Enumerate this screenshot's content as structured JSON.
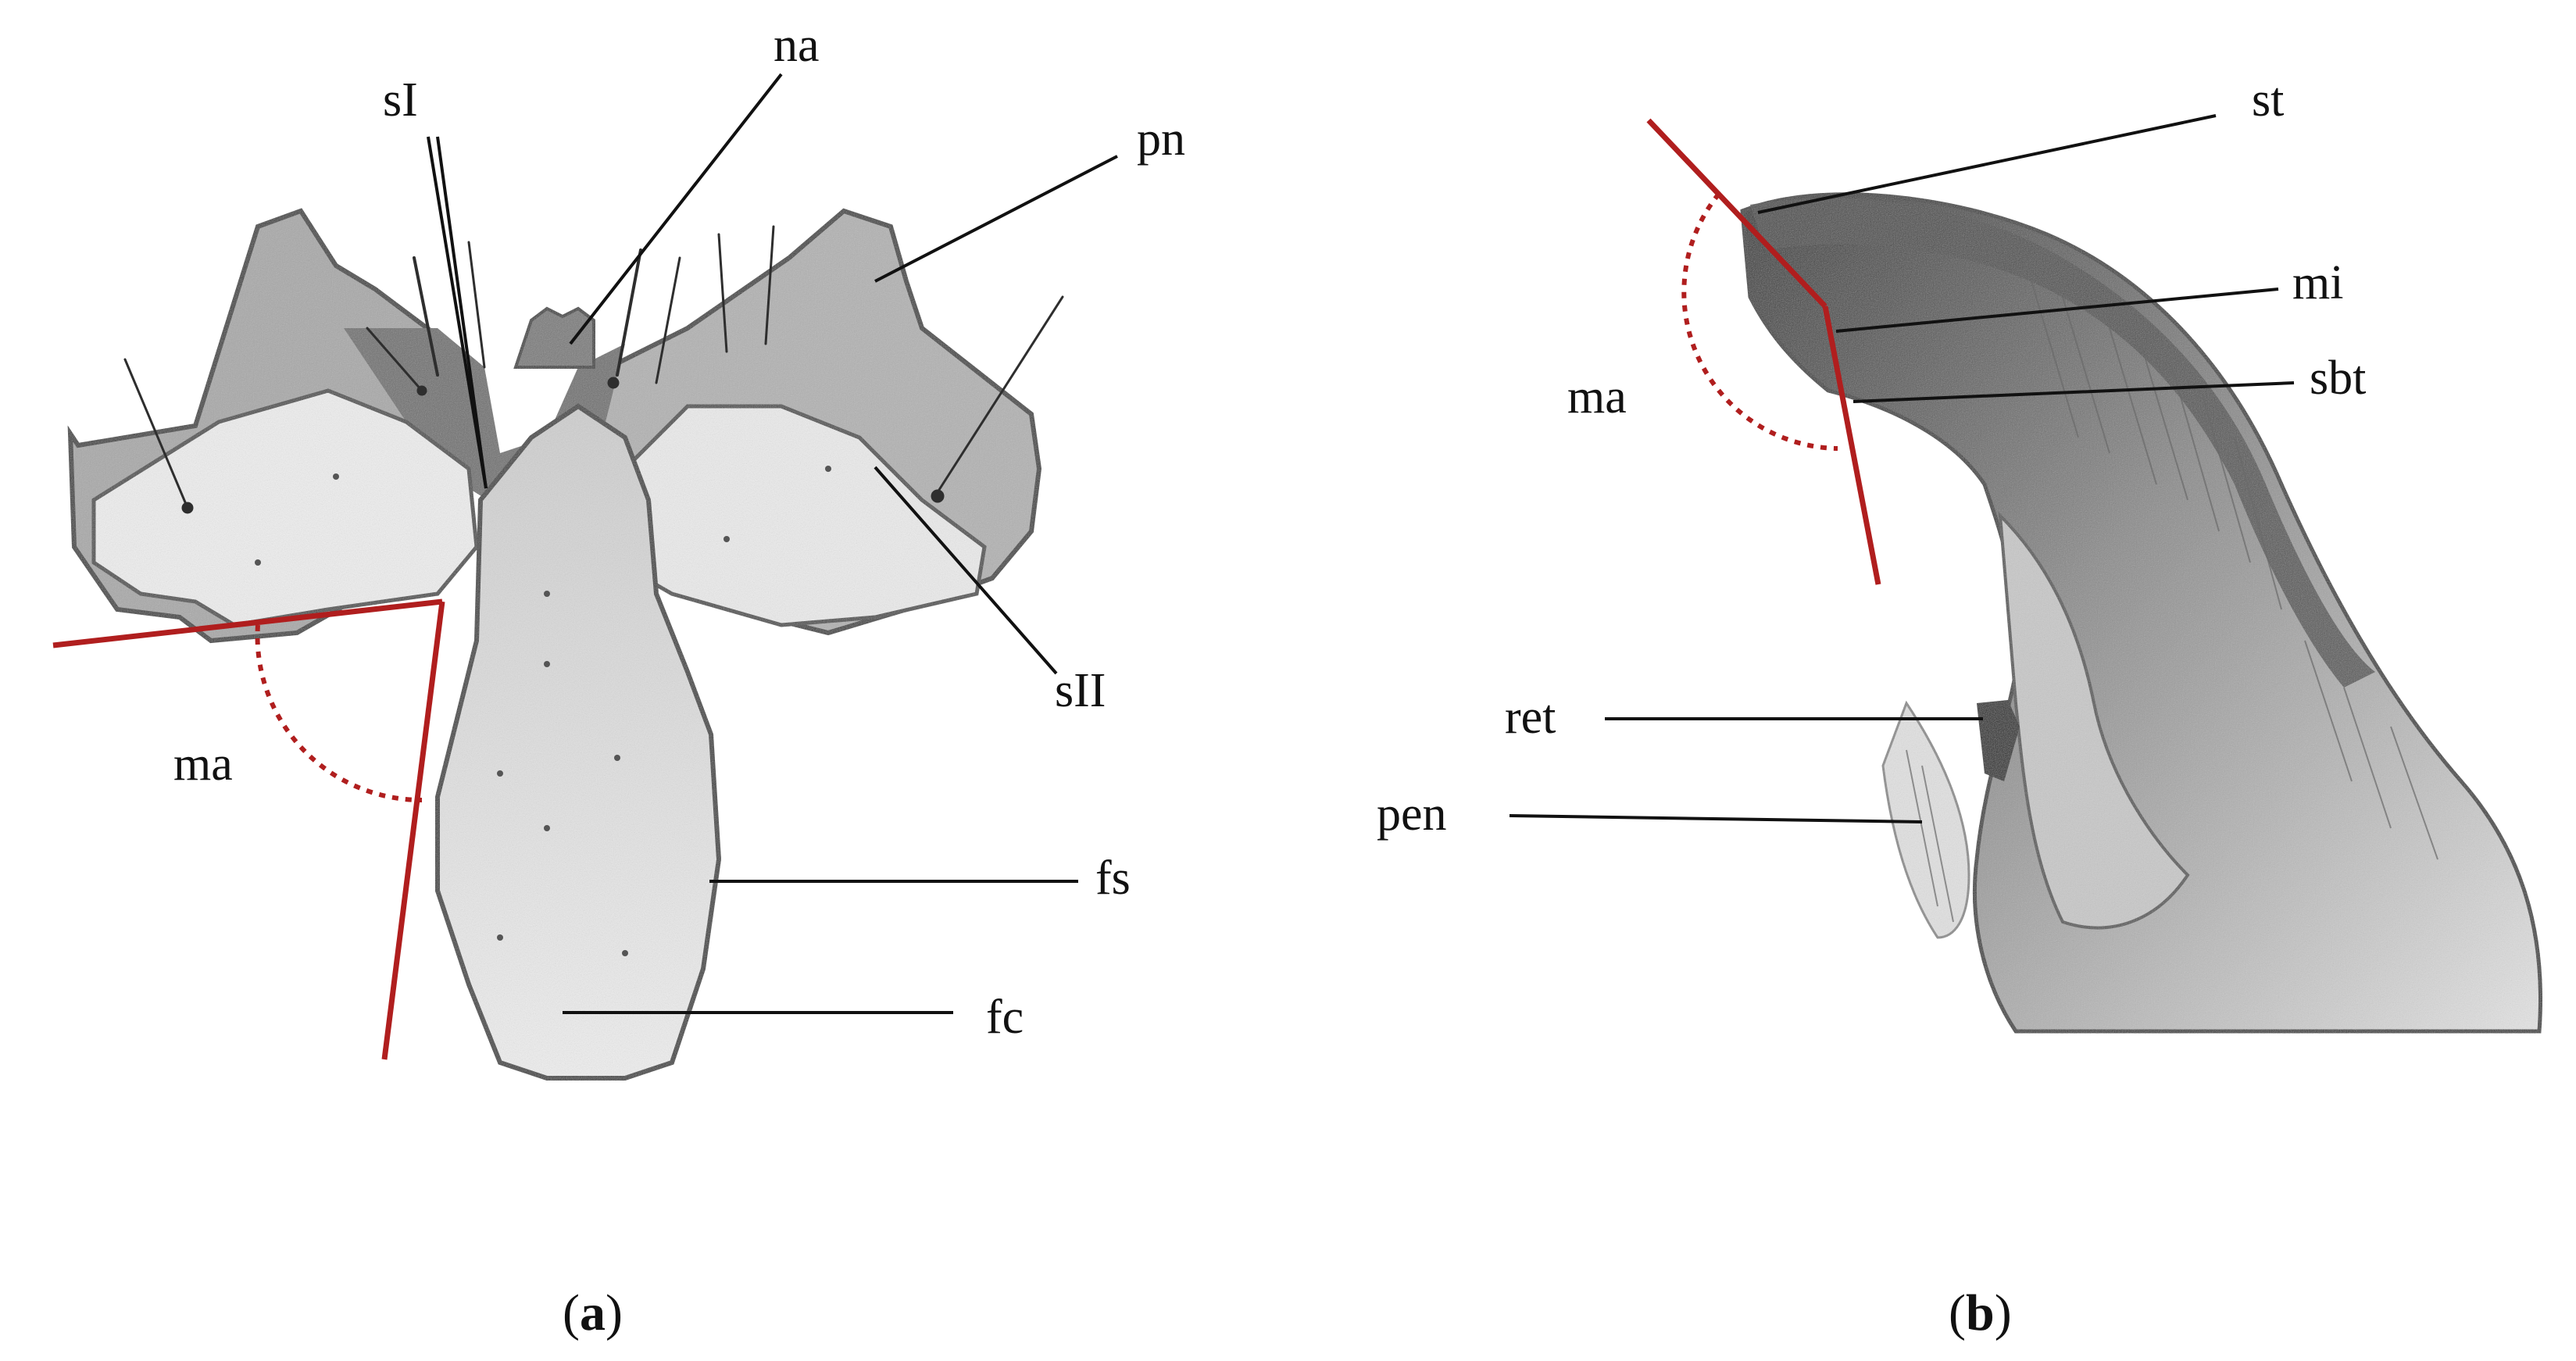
{
  "colors": {
    "angle_line": "#b01e1e",
    "leader_line": "#111111",
    "pencil_dark": "#3a3a3a",
    "pencil_mid": "#8a8a8a",
    "pencil_light": "#d8d8d8"
  },
  "panel_a": {
    "caption_open": "(",
    "caption_letter": "a",
    "caption_close": ")",
    "labels": {
      "sI": "sI",
      "na": "na",
      "pn": "pn",
      "sII": "sII",
      "fs": "fs",
      "fc": "fc",
      "ma": "ma"
    }
  },
  "panel_b": {
    "caption_open": "(",
    "caption_letter": "b",
    "caption_close": ")",
    "labels": {
      "st": "st",
      "mi": "mi",
      "sbt": "sbt",
      "ma": "ma",
      "ret": "ret",
      "pen": "pen"
    }
  }
}
